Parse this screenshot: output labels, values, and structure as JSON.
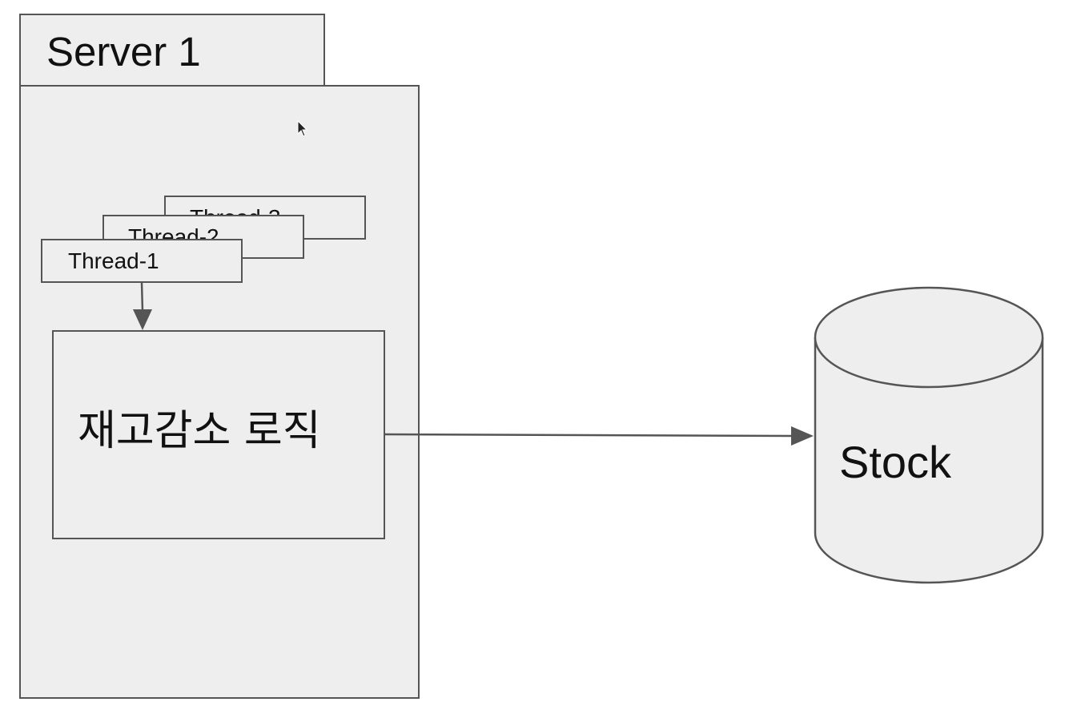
{
  "server": {
    "title": "Server 1"
  },
  "threads": [
    {
      "label": "Thread-3"
    },
    {
      "label": "Thread-2"
    },
    {
      "label": "Thread-1"
    }
  ],
  "logic": {
    "label": "재고감소 로직"
  },
  "database": {
    "label": "Stock"
  },
  "colors": {
    "fill": "#eeeeee",
    "stroke": "#555555",
    "arrow": "#555555",
    "text": "#111111"
  }
}
